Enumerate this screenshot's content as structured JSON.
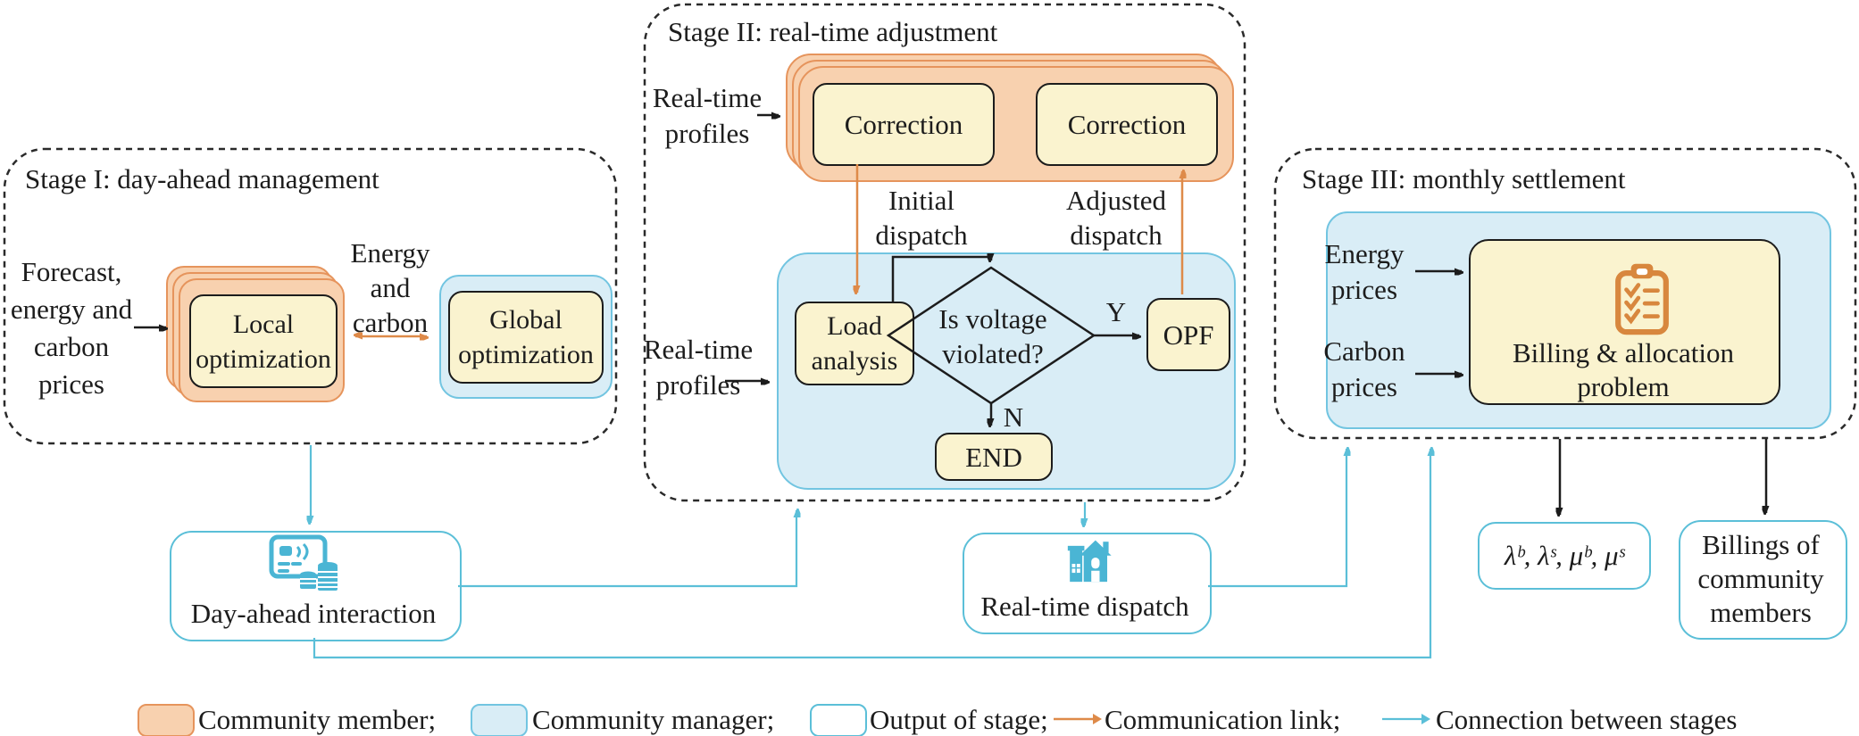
{
  "figure": "Three-stage community energy management framework",
  "palette": {
    "member_fill": "#F8D1AF",
    "member_border": "#E6945C",
    "manager_fill": "#D9EDF6",
    "manager_border": "#72C5E1",
    "process_fill": "#FAF3CF",
    "process_border": "#1C1C1C",
    "connection": "#5BBFD8",
    "communication": "#DE8A49",
    "icon_blue": "#4AB5D4",
    "icon_orange": "#D8873E",
    "text": "#1C1C1C"
  },
  "stage1": {
    "title": "Stage I: day-ahead management",
    "input_lines": [
      "Forecast,",
      "energy and",
      "carbon",
      "prices"
    ],
    "local_box_lines": [
      "Local",
      "optimization"
    ],
    "link_label_lines": [
      "Energy",
      "and",
      "carbon"
    ],
    "global_box_lines": [
      "Global",
      "optimization"
    ]
  },
  "stage2": {
    "title": "Stage II: real-time adjustment",
    "profiles_top_lines": [
      "Real-time",
      "profiles"
    ],
    "correction_left": "Correction",
    "correction_right": "Correction",
    "initial_dispatch_lines": [
      "Initial",
      "dispatch"
    ],
    "adjusted_dispatch_lines": [
      "Adjusted",
      "dispatch"
    ],
    "profiles_bottom_lines": [
      "Real-time",
      "profiles"
    ],
    "load_analysis_lines": [
      "Load",
      "analysis"
    ],
    "decision_lines": [
      "Is voltage",
      "violated?"
    ],
    "yes_label": "Y",
    "no_label": "N",
    "opf_label": "OPF",
    "end_label": "END"
  },
  "stage3": {
    "title": "Stage III: monthly settlement",
    "energy_lines": [
      "Energy",
      "prices"
    ],
    "carbon_lines": [
      "Carbon",
      "prices"
    ],
    "billing_lines": [
      "Billing & allocation",
      "problem"
    ]
  },
  "outputs": {
    "day_ahead_label": "Day-ahead interaction",
    "real_time_label": "Real-time dispatch",
    "prices_label": "λᵇ, λˢ, μᵇ, μˢ",
    "billings_lines": [
      "Billings of",
      "community",
      "members"
    ]
  },
  "legend": {
    "member_label": "Community member;",
    "manager_label": "Community manager;",
    "output_label": "Output of stage;",
    "comm_link_label": "Communication link;",
    "connection_label": "Connection between stages"
  }
}
